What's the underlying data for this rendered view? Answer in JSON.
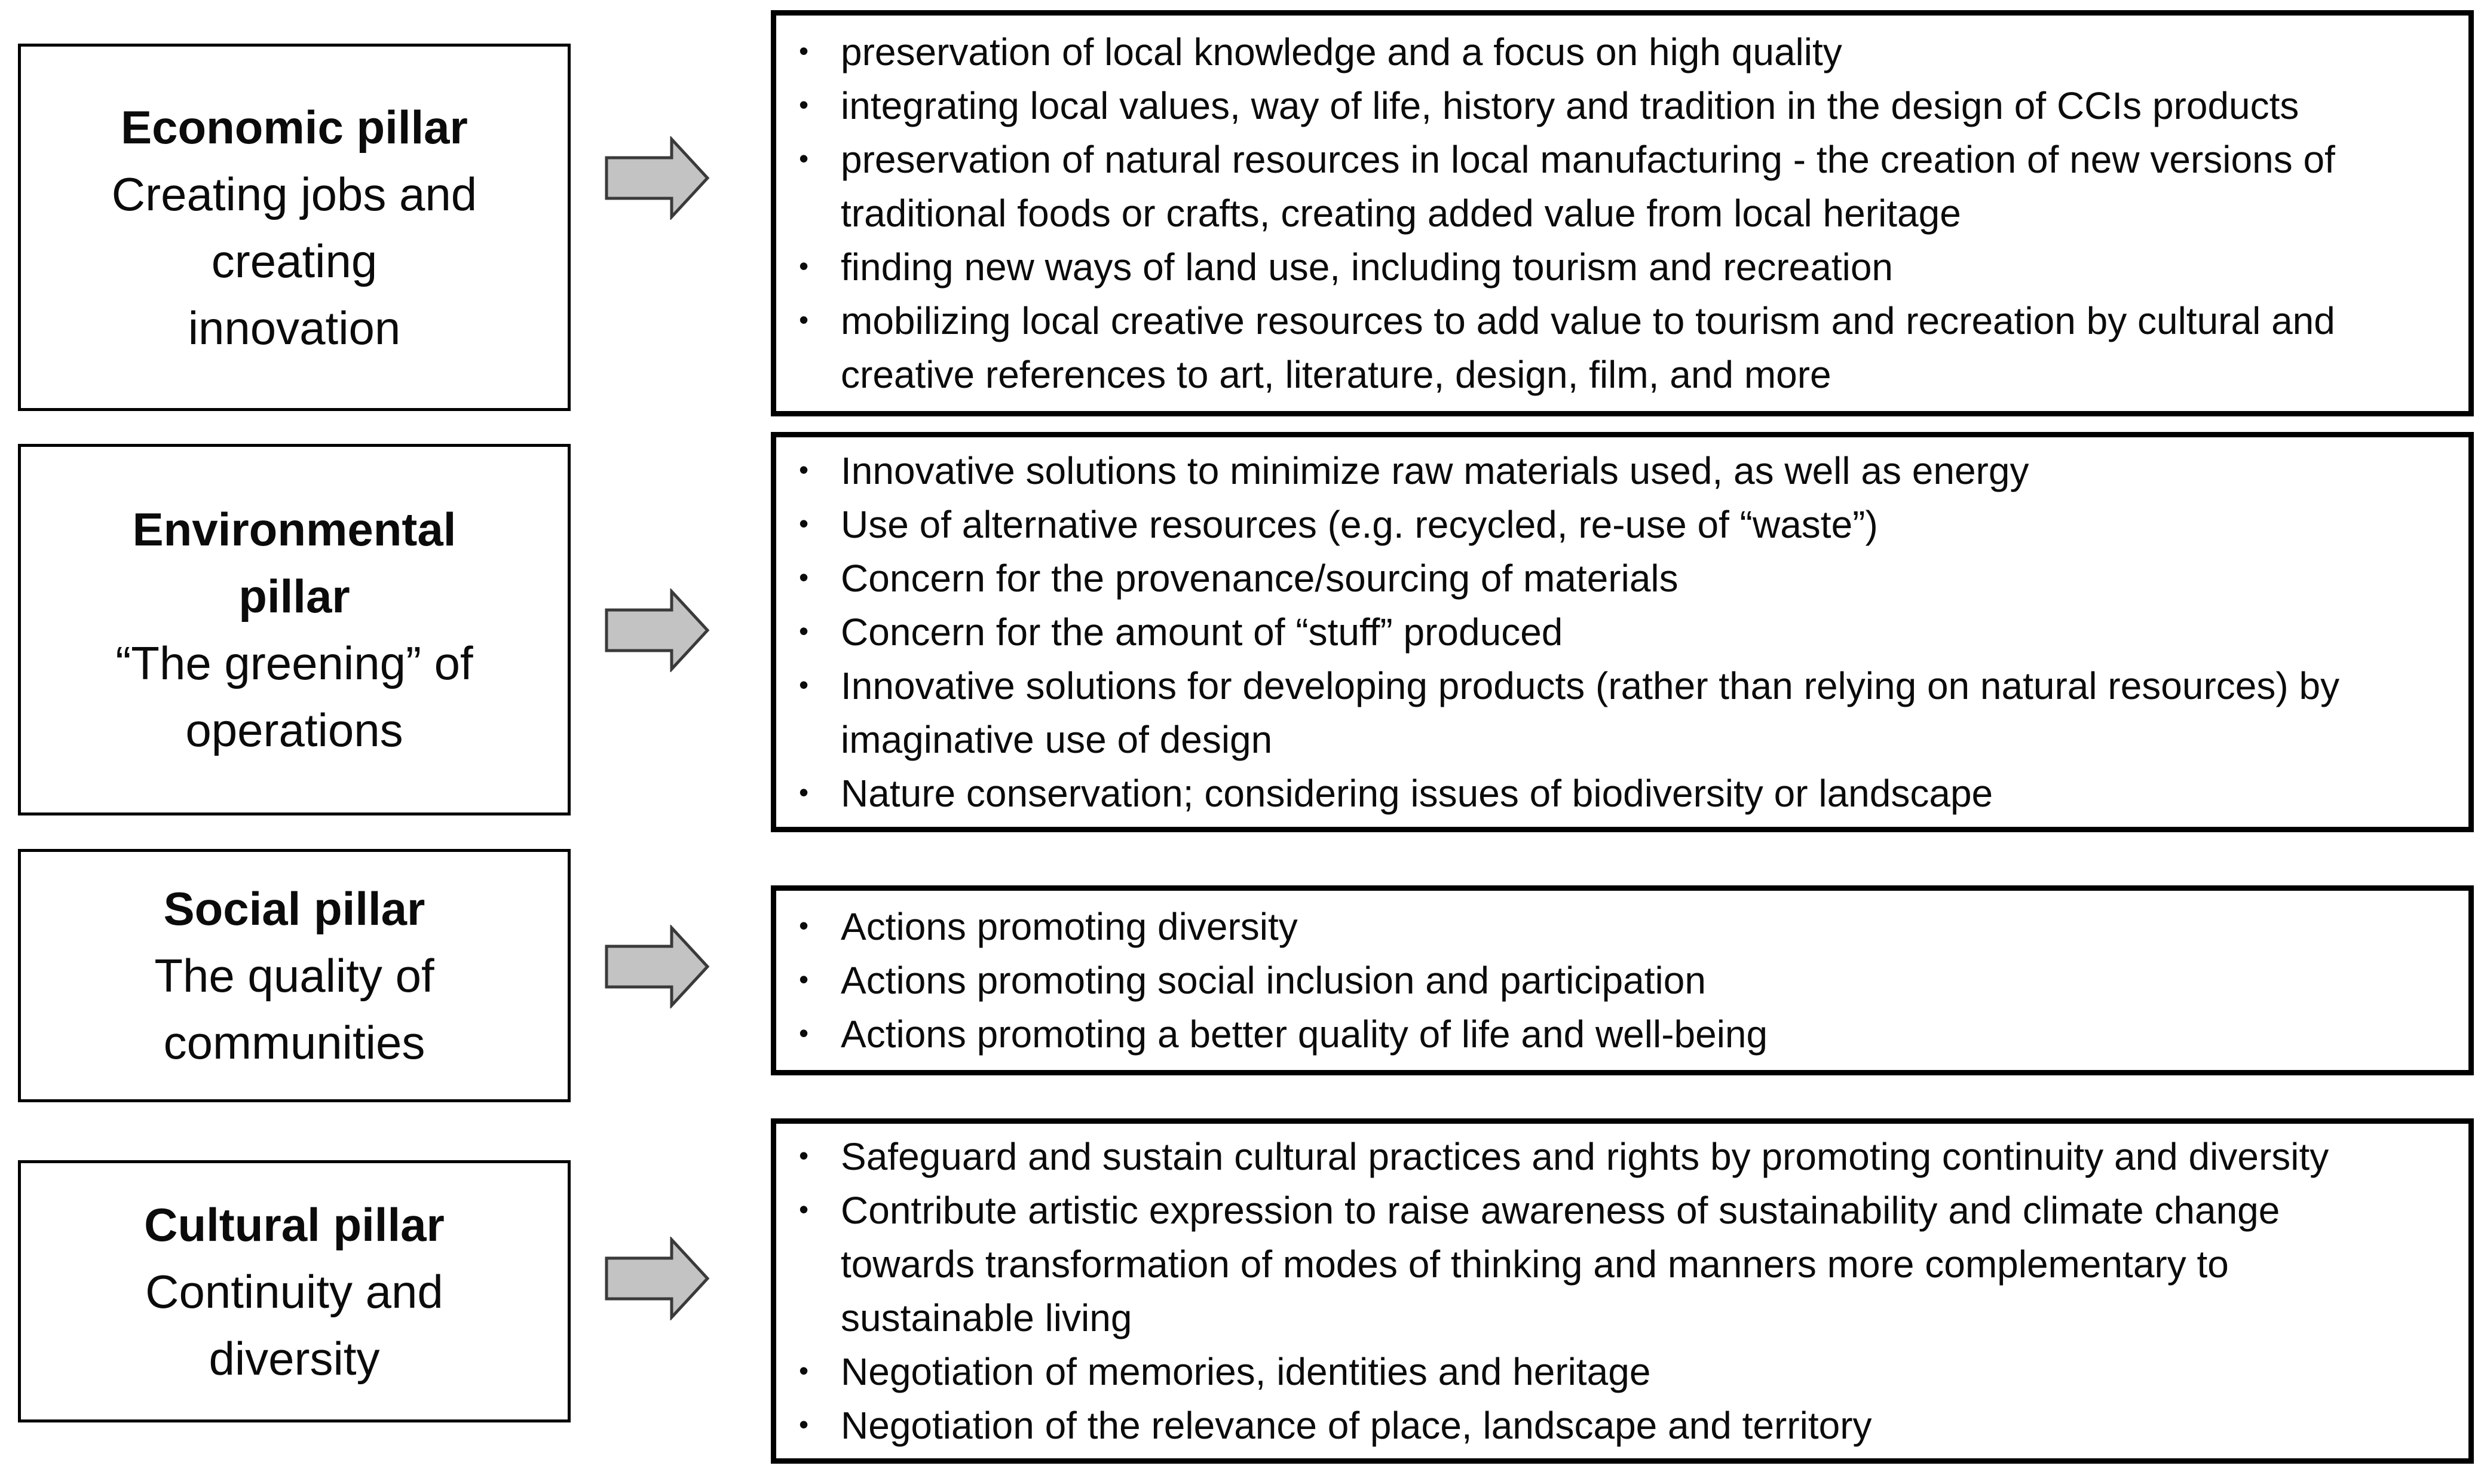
{
  "figure": {
    "bullet_char": "•",
    "arrow": {
      "fill": "#c3c3c3",
      "stroke": "#3a3a3a"
    },
    "colors": {
      "background": "#ffffff",
      "border": "#000000",
      "text": "#0b0b0b"
    }
  },
  "pillars": [
    {
      "id": "economic",
      "title": "Economic pillar",
      "subtitle": "Creating jobs and creating innovation",
      "bullets": [
        "preservation of local knowledge and a focus on high quality",
        "integrating local values, way of life, history and tradition in the design of CCIs products",
        "preservation of natural resources in local manufacturing - the creation of new versions of traditional foods or crafts, creating added value from local heritage",
        "finding new ways of land use, including tourism and recreation",
        "mobilizing local creative resources to add value to tourism and recreation by cultural and creative references to art, literature, design, film, and more"
      ]
    },
    {
      "id": "environmental",
      "title": "Environmental pillar",
      "subtitle": "“The greening” of operations",
      "bullets": [
        "Innovative solutions to minimize raw materials used, as well as energy",
        "Use of alternative resources (e.g. recycled, re-use of “waste”)",
        "Concern for the provenance/sourcing of materials",
        "Concern for the amount of “stuff” produced",
        "Innovative solutions for developing products (rather than relying on natural resources) by imaginative use of design",
        "Nature conservation; considering issues of biodiversity or landscape"
      ]
    },
    {
      "id": "social",
      "title": "Social pillar",
      "subtitle": "The quality of communities",
      "bullets": [
        "Actions promoting diversity",
        "Actions promoting social inclusion and participation",
        "Actions promoting a better quality of life and well-being"
      ]
    },
    {
      "id": "cultural",
      "title": "Cultural pillar",
      "subtitle": "Continuity and diversity",
      "bullets": [
        "Safeguard and sustain cultural practices and rights by promoting continuity and diversity",
        "Contribute artistic expression to raise awareness of sustainability and climate change towards transformation of modes of thinking and manners more complementary to sustainable living",
        "Negotiation of memories, identities and heritage",
        "Negotiation of the relevance of place, landscape and territory"
      ]
    }
  ]
}
